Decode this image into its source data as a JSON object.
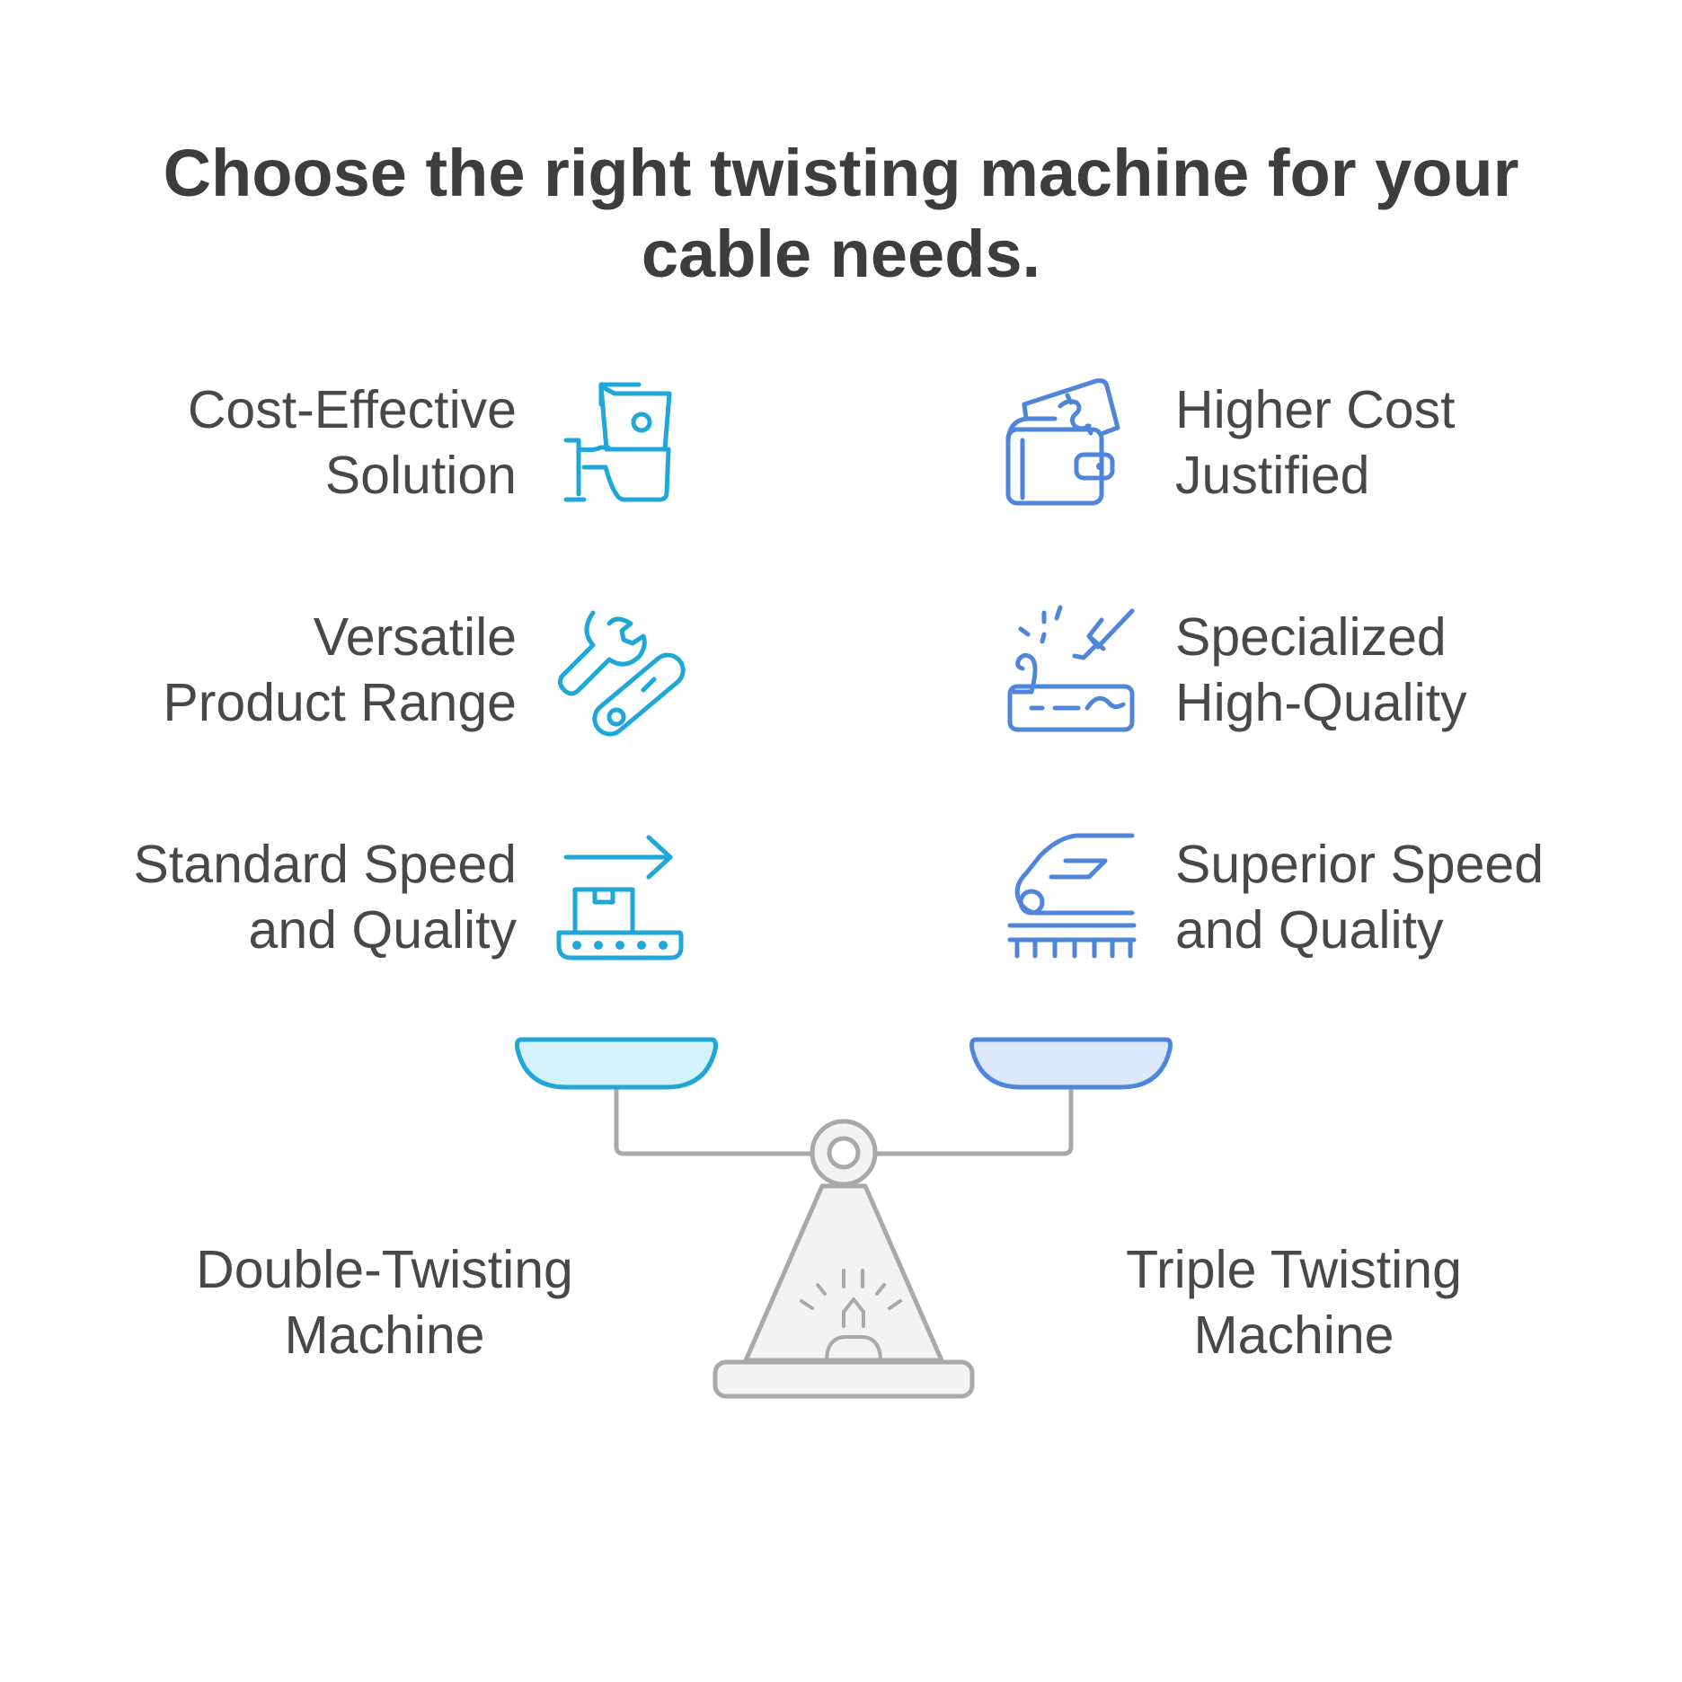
{
  "title": "Choose the right twisting machine for your cable needs.",
  "left_option": {
    "name_line1": "Double-Twisting",
    "name_line2": "Machine",
    "color": "#1ea7d8",
    "pan_fill": "#d4f2fa",
    "features": [
      {
        "line1": "Cost-Effective",
        "line2": "Solution",
        "icon": "hand-money-icon"
      },
      {
        "line1": "Versatile",
        "line2": "Product Range",
        "icon": "wrench-tools-icon"
      },
      {
        "line1": "Standard Speed",
        "line2": "and Quality",
        "icon": "conveyor-belt-icon"
      }
    ]
  },
  "right_option": {
    "name_line1": "Triple Twisting",
    "name_line2": "Machine",
    "color": "#4f86dc",
    "pan_fill": "#dde8fb",
    "features": [
      {
        "line1": "Higher Cost",
        "line2": "Justified",
        "icon": "wallet-money-icon"
      },
      {
        "line1": "Specialized",
        "line2": "High-Quality",
        "icon": "craft-knife-icon"
      },
      {
        "line1": "Superior Speed",
        "line2": "and Quality",
        "icon": "bullet-train-icon"
      }
    ]
  },
  "scale_color": "#a9a9a9"
}
